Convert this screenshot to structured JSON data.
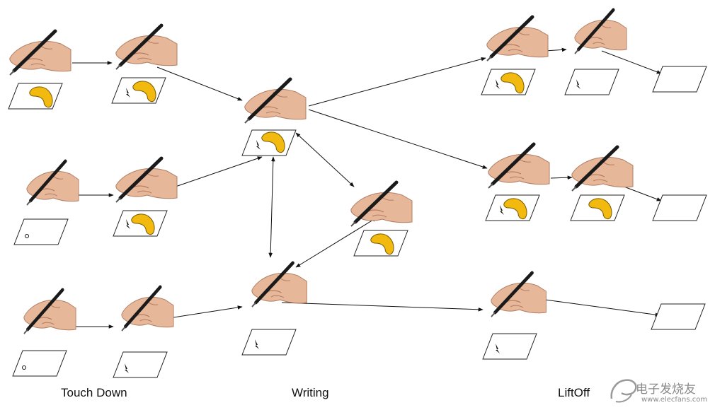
{
  "stages": {
    "touch_down": "Touch Down",
    "writing": "Writing",
    "lift_off": "LiftOff"
  },
  "watermark": {
    "brand": "电子发烧友",
    "url": "www.elecfans.com"
  },
  "colors": {
    "stroke_fill": "#f2b90f",
    "stroke_outline": "#7a5a00",
    "hand_skin": "#e7b79a",
    "pen": "#1a1a1a",
    "arrow": "#111111"
  },
  "icons": {
    "hand": "hand-holding-pen-icon",
    "paper": "paper-sheet-icon",
    "stroke": "ink-stroke-icon",
    "dot": "contact-dot-icon",
    "pen_tip": "pen-tip-icon"
  }
}
